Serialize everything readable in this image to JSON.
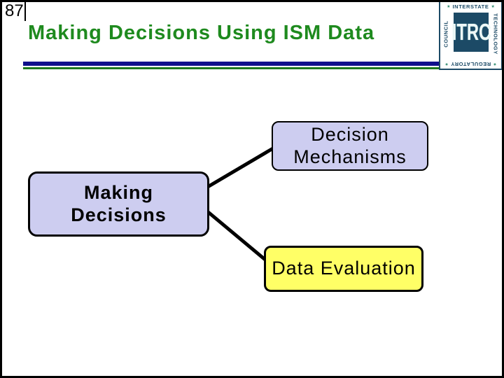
{
  "slide": {
    "number": "87",
    "title": "Making Decisions Using ISM Data"
  },
  "logo": {
    "acronym": "ITRC",
    "word_top": "INTERSTATE",
    "word_right": "TECHNOLOGY",
    "word_bottom": "REGULATORY",
    "word_left": "COUNCIL",
    "star": "★"
  },
  "diagram": {
    "nodes": [
      {
        "id": "making-decisions",
        "label": "Making\nDecisions",
        "fill": "#cdcdf0"
      },
      {
        "id": "decision-mechanisms",
        "label": "Decision\nMechanisms",
        "fill": "#cdcdf0"
      },
      {
        "id": "data-evaluation",
        "label": "Data Evaluation",
        "fill": "#ffff66"
      }
    ],
    "connections": [
      {
        "from": "making-decisions",
        "to": "decision-mechanisms"
      },
      {
        "from": "making-decisions",
        "to": "data-evaluation"
      }
    ]
  },
  "colors": {
    "title_green": "#1e8a1e",
    "divider_blue": "#10108c",
    "divider_green": "#1e7a1e",
    "node_lavender": "#cdcdf0",
    "node_yellow": "#ffff66",
    "logo_navy": "#1c4a66",
    "star_teal": "#2e8b6e",
    "border_black": "#000000"
  }
}
